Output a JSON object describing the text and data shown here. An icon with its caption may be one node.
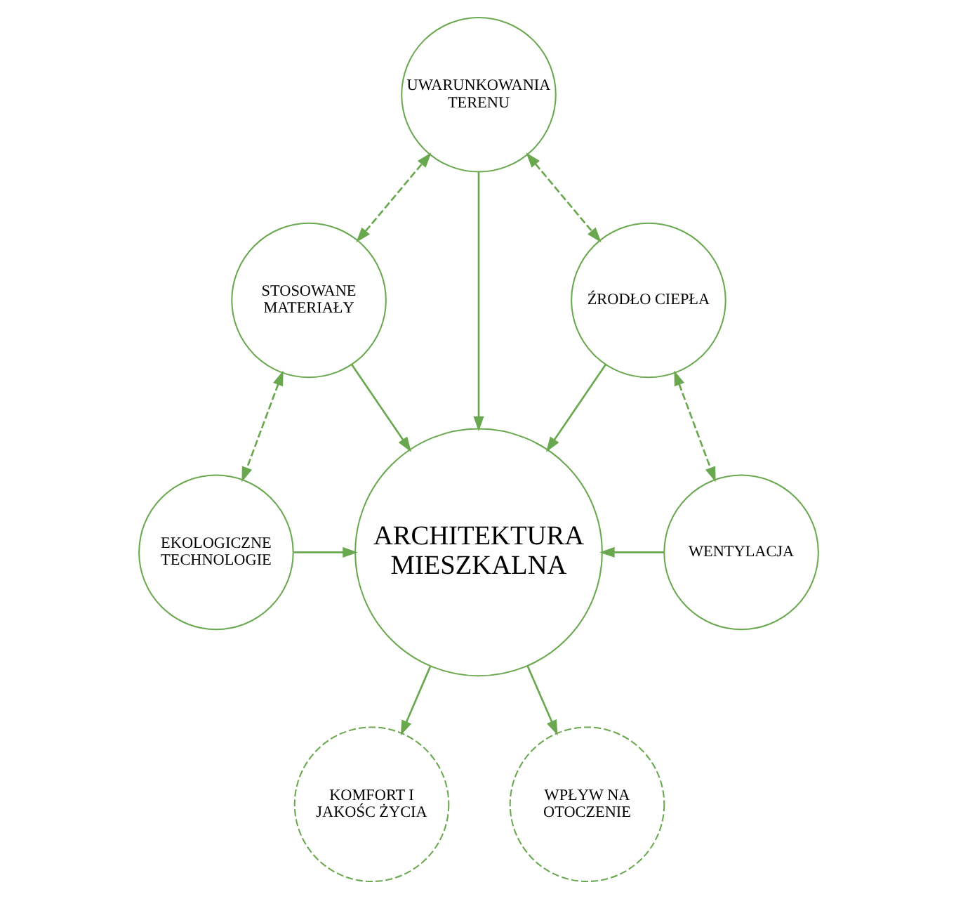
{
  "diagram": {
    "nodes": [
      {
        "text": [
          "UWARUNKOWANIA TERENU"
        ]
      },
      {
        "text": [
          "STOSOWANE MATERIAŁY"
        ]
      },
      {
        "text": [
          "ŹRODŁO CIEPŁA"
        ]
      },
      {
        "text": [
          "ARCHITEKTURA MIESZKALNA"
        ]
      },
      {
        "text": [
          "EKOLOGICZNE TECHNOLOGIE"
        ]
      },
      {
        "text": [
          "WENTYLACJA"
        ]
      },
      {
        "text": [
          "KOMFORT I JAKOŚC ŻYCIA"
        ]
      },
      {
        "text": [
          "WPŁYW NA OTOCZENIE"
        ]
      }
    ],
    "edges": [
      {
        "from": 1,
        "to": 0,
        "arrow": "both",
        "style": "dashed"
      },
      {
        "from": 0,
        "to": 2,
        "arrow": "both",
        "style": "dashed"
      },
      {
        "from": 0,
        "to": 3,
        "arrow": "to"
      },
      {
        "from": 1,
        "to": 3,
        "arrow": "to"
      },
      {
        "from": 2,
        "to": 3,
        "arrow": "to"
      },
      {
        "from": 1,
        "to": 4,
        "arrow": "both",
        "style": "dashed"
      },
      {
        "from": 2,
        "to": 5,
        "arrow": "both",
        "style": "dashed"
      },
      {
        "from": 4,
        "to": 3,
        "arrow": "to"
      },
      {
        "from": 5,
        "to": 3,
        "arrow": "to"
      },
      {
        "from": 3,
        "to": 6,
        "arrow": "to"
      },
      {
        "from": 3,
        "to": 7,
        "arrow": "to"
      }
    ]
  }
}
